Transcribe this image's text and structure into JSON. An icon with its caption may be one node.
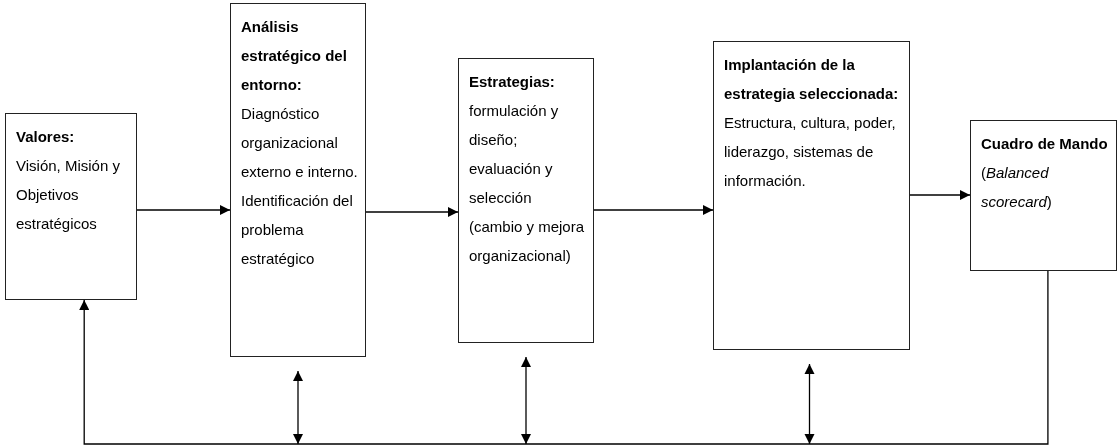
{
  "diagram": {
    "nodes": [
      {
        "text": [
          "Valores:",
          "Visión, Misión y Objetivos estratégicos"
        ]
      },
      {
        "text": [
          "Análisis estratégico del entorno:",
          "Diagnóstico organizacional externo e interno. Identificación del problema estratégico"
        ]
      },
      {
        "text": [
          "Estrategias:",
          "formulación y diseño; evaluación y selección (cambio y mejora organizacional)"
        ]
      },
      {
        "text": [
          "Implantación de la estrategia seleccionada:",
          "Estructura, cultura, poder, liderazgo, sistemas de información."
        ]
      },
      {
        "text": [
          "Cuadro de Mando",
          "(*Balanced scorecard*)"
        ]
      }
    ],
    "edges": [
      {
        "from": 0,
        "to": 1,
        "arrow": "to"
      },
      {
        "from": 1,
        "to": 2,
        "arrow": "to"
      },
      {
        "from": 2,
        "to": 3,
        "arrow": "to"
      },
      {
        "from": 3,
        "to": 4,
        "arrow": "to"
      },
      {
        "from": 4,
        "to": 0,
        "arrow": "to"
      },
      {
        "from": 1,
        "to": null,
        "arrow": "both"
      },
      {
        "from": 2,
        "to": null,
        "arrow": "both"
      },
      {
        "from": 3,
        "to": null,
        "arrow": "both"
      }
    ]
  }
}
